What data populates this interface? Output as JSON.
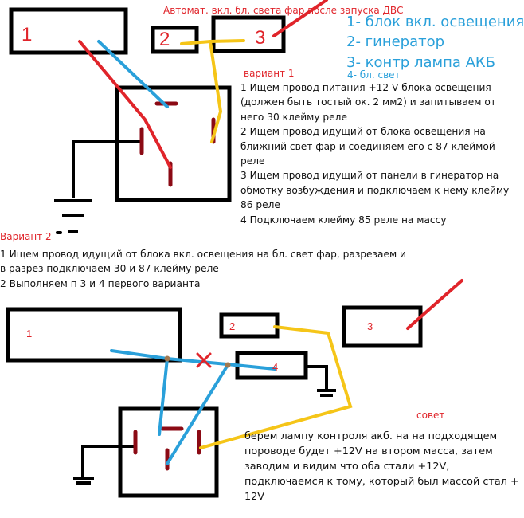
{
  "header": "Автомат. вкл. бл. света фар после запуска ДВС",
  "legend": [
    "1- блок вкл. освещения",
    "2- гинератор",
    "3- контр лампа АКБ",
    "4- бл. свет"
  ],
  "variant1": {
    "title": "вариант 1",
    "steps": [
      "1 Ищем провод питания +12 V блока освещения (должен быть тостый ок. 2 мм2) и запитываем от него 30 клейму реле",
      "2 Ищем провод идущий от блока освещения на ближний свет фар и соединяем его с 87 клеймой реле",
      "3 Ищем провод идущий от панели в гинератор на обмотку возбуждения и подключаем к нему клейму 86 реле",
      "4 Подключаем клейму 85 реле на массу"
    ]
  },
  "variant2": {
    "title": "Вариант 2",
    "steps": [
      "1 Ищем провод идущий от блока вкл. освещения на бл. свет фар, разрезаем и в разрез подключаем 30 и 87 клейму реле",
      "2 Выполняем п 3 и 4 первого варианта"
    ]
  },
  "tip": {
    "title": "совет",
    "text": "берем лампу контроля акб. на на подходящем пороводе будет +12V на втором масса, затем заводим и видим что оба стали +12V, подключаемся к тому, который был массой стал + 12V"
  },
  "diagram_labels": {
    "box1": "1",
    "box2": "2",
    "box3": "3",
    "box4": "4"
  },
  "colors": {
    "wire_red": "#e0242a",
    "wire_blue": "#2aa0da",
    "wire_yellow": "#f5c518",
    "relay_contact": "#8b0a14",
    "outline": "#000000"
  }
}
